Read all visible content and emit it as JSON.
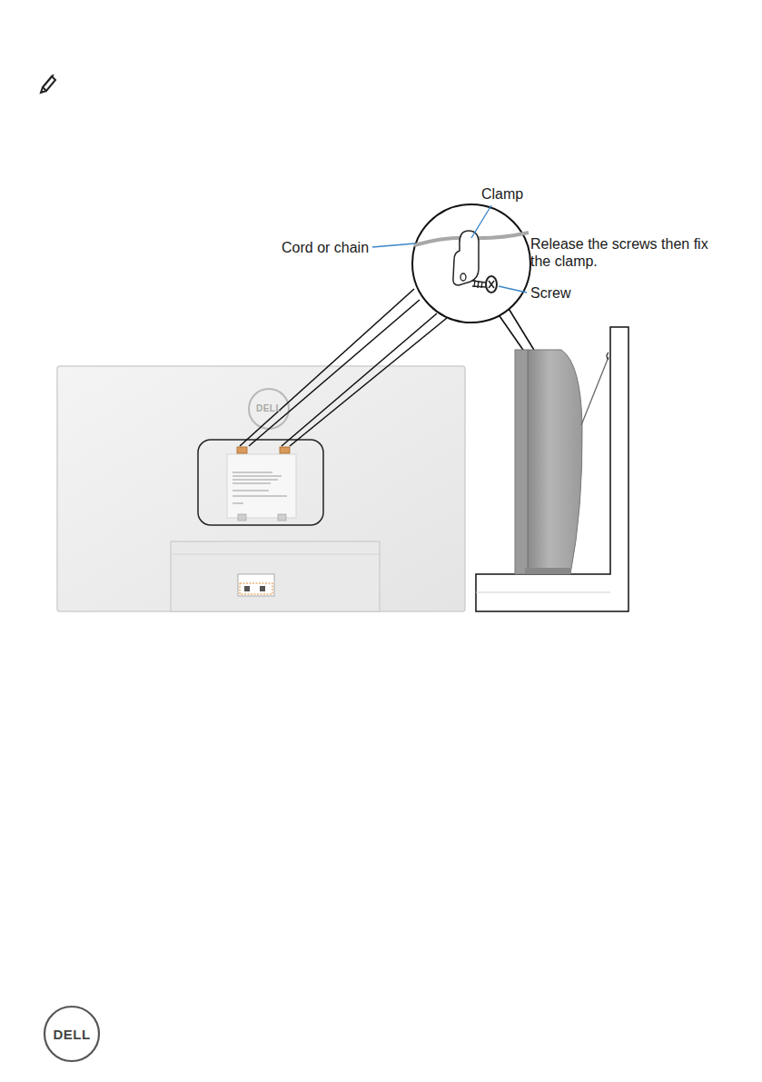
{
  "diagram": {
    "labels": [
      "Clamp",
      "Cord or chain",
      "Release the screws then fix the clamp.",
      "Screw",
      "DELL",
      "DELL"
    ]
  }
}
